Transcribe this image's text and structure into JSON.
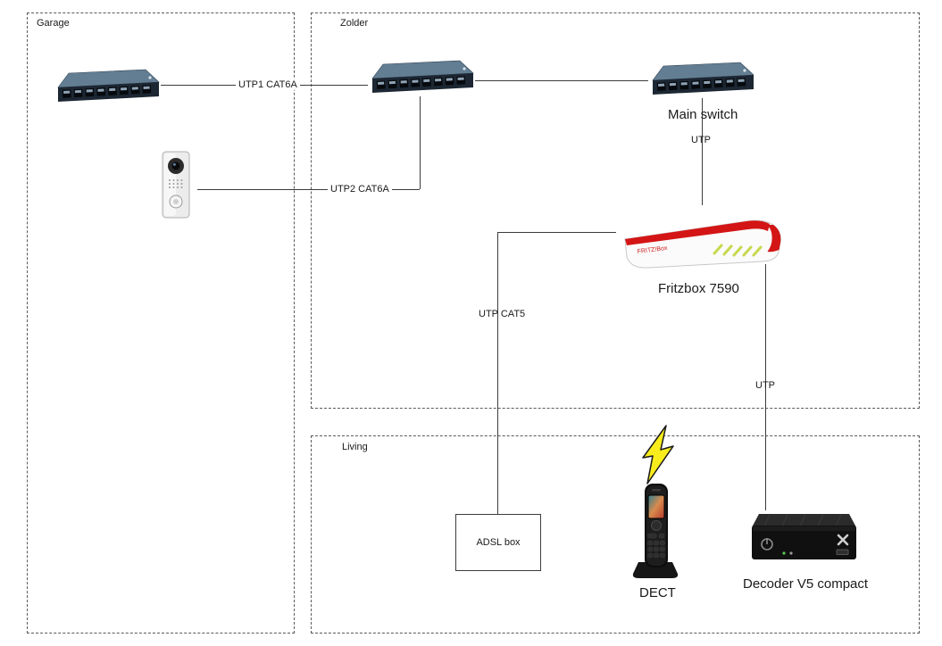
{
  "zones": {
    "garage": "Garage",
    "zolder": "Zolder",
    "living": "Living"
  },
  "devices": {
    "main_switch": "Main switch",
    "fritzbox": "Fritzbox 7590",
    "fritzbox_brand": "FRITZ!Box",
    "adsl_box": "ADSL box",
    "dect": "DECT",
    "decoder": "Decoder V5 compact"
  },
  "links": {
    "utp1": "UTP1 CAT6A",
    "utp2": "UTP2 CAT6A",
    "utp_main_switch": "UTP",
    "utp_cat5": "UTP CAT5",
    "utp_decoder": "UTP"
  },
  "colors": {
    "line": "#3c3c3c",
    "accent_red": "#d41515",
    "led_green": "#c8d84e",
    "bolt_yellow": "#f8ec1c"
  }
}
